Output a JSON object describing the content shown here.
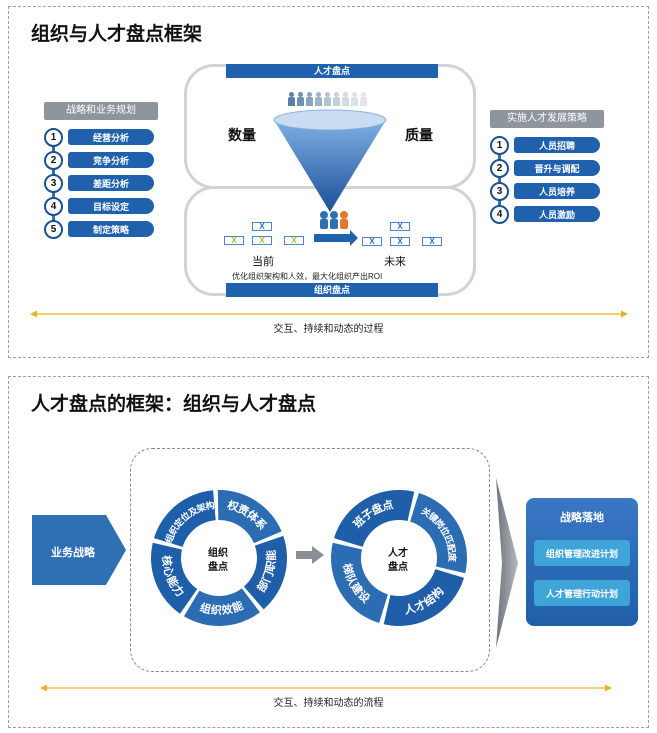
{
  "panel1": {
    "title": "组织与人才盘点框架",
    "left": {
      "header": "战略和业务规划",
      "items": [
        {
          "num": "1",
          "label": "经营分析"
        },
        {
          "num": "2",
          "label": "竞争分析"
        },
        {
          "num": "3",
          "label": "差距分析"
        },
        {
          "num": "4",
          "label": "目标设定"
        },
        {
          "num": "5",
          "label": "制定策略"
        }
      ]
    },
    "right": {
      "header": "实施人才发展策略",
      "items": [
        {
          "num": "1",
          "label": "人员招聘"
        },
        {
          "num": "2",
          "label": "晋升与调配"
        },
        {
          "num": "3",
          "label": "人员培养"
        },
        {
          "num": "4",
          "label": "人员激励"
        }
      ]
    },
    "center": {
      "top_band": "人才盘点",
      "bottom_band": "组织盘点",
      "quantity": "数量",
      "quality": "质量",
      "now": "当前",
      "future": "未来",
      "roi_text": "优化组织架构和人效，最大化组织产出ROI",
      "box_mark": "X"
    },
    "caption": "交互、持续和动态的过程"
  },
  "panel2": {
    "title": "人才盘点的框架：组织与人才盘点",
    "business_strategy": "业务战略",
    "ring1": {
      "center_line1": "组织",
      "center_line2": "盘点",
      "segments": [
        "组织定位及架构",
        "权责体系",
        "部门职能",
        "组织效能",
        "核心能力"
      ]
    },
    "ring2": {
      "center_line1": "人才",
      "center_line2": "盘点",
      "segments": [
        "班子盘点",
        "关键岗位匹配度",
        "人才结构",
        "梯队建设"
      ]
    },
    "strategy": {
      "title": "战略落地",
      "items": [
        "组织管理改进计划",
        "人才管理行动计划"
      ]
    },
    "caption": "交互、持续和动态的流程"
  },
  "colors": {
    "primary_blue": "#1f61ad",
    "light_blue": "#3fa4d8",
    "gray_header": "#8f959d",
    "gold": "#e6b422"
  }
}
